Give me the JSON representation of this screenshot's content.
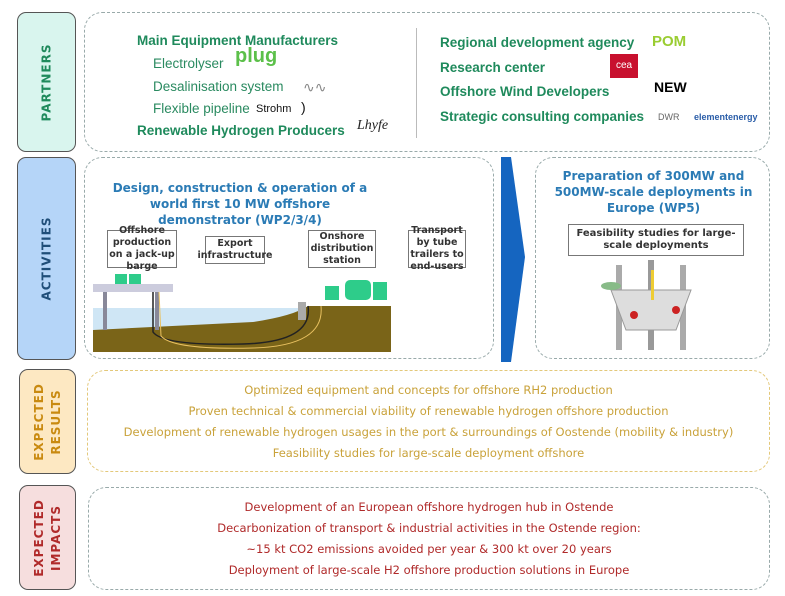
{
  "labels": {
    "partners": "PARTNERS",
    "activities": "ACTIVITIES",
    "results_1": "EXPECTED",
    "results_2": "RESULTS",
    "impacts_1": "EXPECTED",
    "impacts_2": "IMPACTS"
  },
  "partners": {
    "left": {
      "heading": "Main Equipment Manufacturers",
      "electrolyser": "Electrolyser",
      "desal": "Desalinisation system",
      "pipeline": "Flexible pipeline",
      "producers": "Renewable Hydrogen Producers"
    },
    "right": {
      "regional": "Regional development agency",
      "research": "Research center",
      "wind": "Offshore Wind Developers",
      "consulting": "Strategic consulting companies"
    },
    "logos": {
      "plug": "plug",
      "strohm": "Strohm",
      "lhyfe": "Lhyfe",
      "pom": "POM",
      "cea": "cea",
      "new": "NEW",
      "dwr": "DWR",
      "element": "elementenergy"
    }
  },
  "activities": {
    "demo_title": "Design, construction & operation of a world first 10 MW offshore demonstrator (WP2/3/4)",
    "steps": [
      "Offshore production on a jack-up barge",
      "Export infrastructure",
      "Onshore distribution station",
      "Transport by tube trailers to end-users"
    ],
    "scale_title": "Preparation of 300MW and 500MW-scale deployments in Europe (WP5)",
    "scale_box": "Feasibility studies for large-scale deployments"
  },
  "results": [
    "Optimized equipment and concepts for offshore RH2 production",
    "Proven technical & commercial viability of renewable hydrogen offshore production",
    "Development of renewable hydrogen usages in the port  & surroundings of Oostende (mobility & industry)",
    "Feasibility studies for large-scale deployment offshore"
  ],
  "impacts": [
    "Development of an European offshore hydrogen hub in Ostende",
    "Decarbonization of transport & industrial activities in the Ostende region:",
    "~15 kt CO2 emissions avoided per year &  300 kt over 20 years",
    "Deployment of large-scale H2 offshore production solutions in Europe"
  ],
  "colors": {
    "partners": "#1f8a5c",
    "activities": "#2b7bb5",
    "results": "#c9a23a",
    "impacts": "#b02a2a"
  }
}
